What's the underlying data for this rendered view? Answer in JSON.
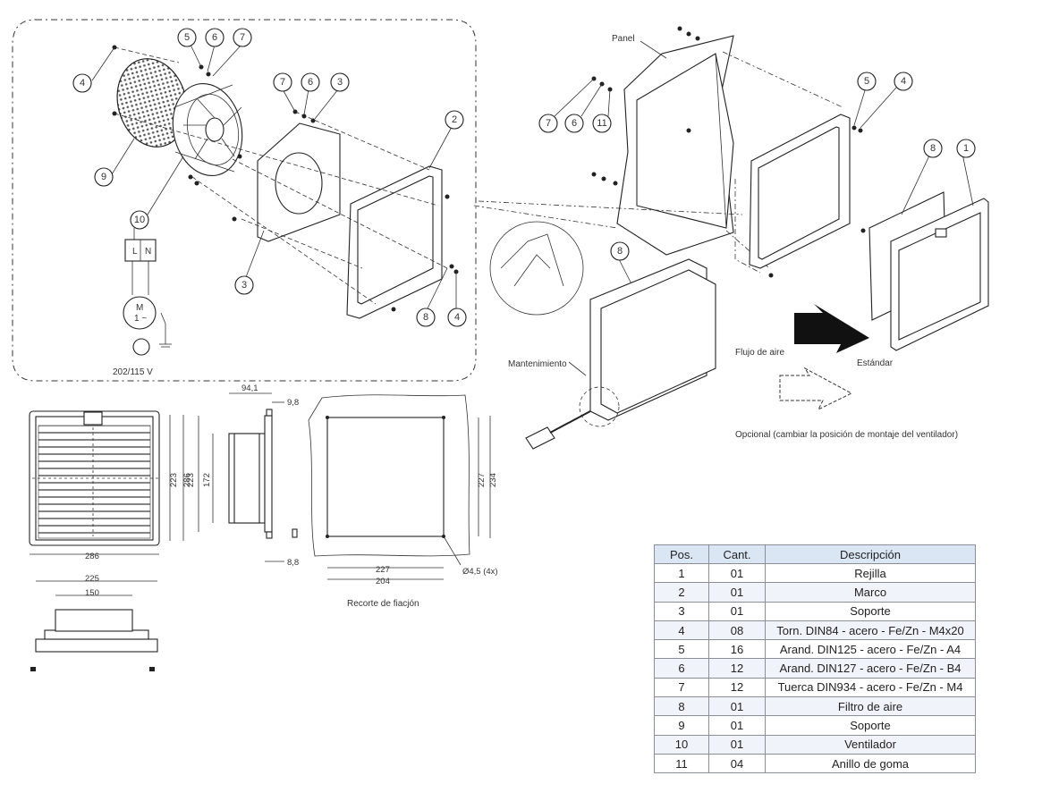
{
  "callouts": {
    "left_exploded": [
      "4",
      "5",
      "6",
      "7",
      "9",
      "10",
      "7",
      "6",
      "3",
      "2",
      "3",
      "8",
      "4"
    ],
    "right_exploded": [
      "7",
      "6",
      "11",
      "5",
      "4",
      "8",
      "1",
      "8"
    ]
  },
  "labels": {
    "panel": "Panel",
    "mantenimiento": "Mantenimiento",
    "flujo_aire": "Flujo de aire",
    "estandar": "Estándar",
    "opcional": "Opcional (cambiar la posición de montaje del ventilador)",
    "voltage": "202/115 V",
    "L": "L",
    "N": "N",
    "motor_m": "M",
    "motor_phase": "1 ~",
    "recorte": "Recorte de fiacjón"
  },
  "dimensions": {
    "front_width": "286",
    "front_h_outer": "286",
    "front_h_inner": "223",
    "side_depth": "94,1",
    "side_flange": "9,8",
    "side_height": "172",
    "side_bottom": "8,8",
    "bottom_w_outer": "225",
    "bottom_w_inner": "150",
    "cutout_w": "227",
    "cutout_w_inner": "204",
    "cutout_h": "227",
    "cutout_h_outer": "234",
    "hole": "Ø4,5 (4x)"
  },
  "table": {
    "headers": [
      "Pos.",
      "Cant.",
      "Descripción"
    ],
    "rows": [
      [
        "1",
        "01",
        "Rejilla"
      ],
      [
        "2",
        "01",
        "Marco"
      ],
      [
        "3",
        "01",
        "Soporte"
      ],
      [
        "4",
        "08",
        "Torn. DIN84 - acero - Fe/Zn - M4x20"
      ],
      [
        "5",
        "16",
        "Arand. DIN125 - acero - Fe/Zn - A4"
      ],
      [
        "6",
        "12",
        "Arand. DIN127 - acero - Fe/Zn - B4"
      ],
      [
        "7",
        "12",
        "Tuerca DIN934 - acero - Fe/Zn - M4"
      ],
      [
        "8",
        "01",
        "Filtro de aire"
      ],
      [
        "9",
        "01",
        "Soporte"
      ],
      [
        "10",
        "01",
        "Ventilador"
      ],
      [
        "11",
        "04",
        "Anillo de goma"
      ]
    ]
  }
}
